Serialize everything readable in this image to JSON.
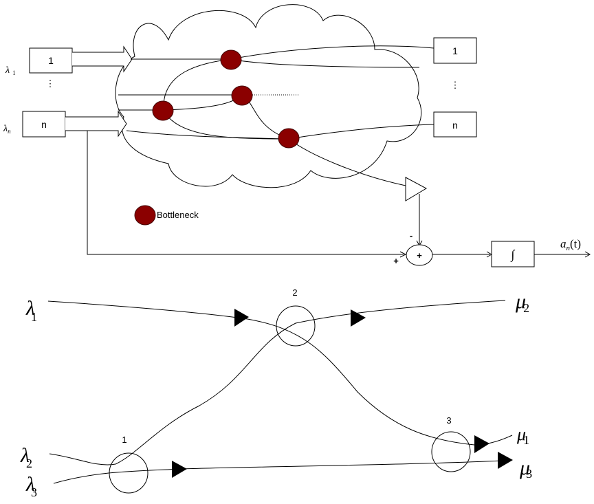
{
  "top_diagram": {
    "source_top": {
      "label": "1",
      "lambda": "λ",
      "sub": "1"
    },
    "source_dots": "⋮",
    "source_bottom": {
      "label": "n",
      "lambda": "λ",
      "sub": "n"
    },
    "sink_top": {
      "label": "1"
    },
    "sink_dots": "⋮",
    "sink_bottom": {
      "label": "n"
    },
    "legend": {
      "text": "Bottleneck"
    },
    "summer": {
      "symbol": "+",
      "minus_sign": "-",
      "plus_sign": "+"
    },
    "integrator": {
      "symbol": "∫"
    },
    "output": {
      "main": "a",
      "sub": "n",
      "arg": "(t)"
    },
    "colors": {
      "bottleneck": "#8B0000",
      "stroke": "#000000"
    }
  },
  "bottom_diagram": {
    "nodes": [
      {
        "label": "1"
      },
      {
        "label": "2"
      },
      {
        "label": "3"
      }
    ],
    "inputs": [
      {
        "sym": "λ",
        "sub": "1"
      },
      {
        "sym": "λ",
        "sub": "2"
      },
      {
        "sym": "λ",
        "sub": "3"
      }
    ],
    "outputs": [
      {
        "sym": "μ",
        "sub": "2"
      },
      {
        "sym": "μ",
        "sub": "1"
      },
      {
        "sym": "μ",
        "sub": "3"
      }
    ]
  }
}
